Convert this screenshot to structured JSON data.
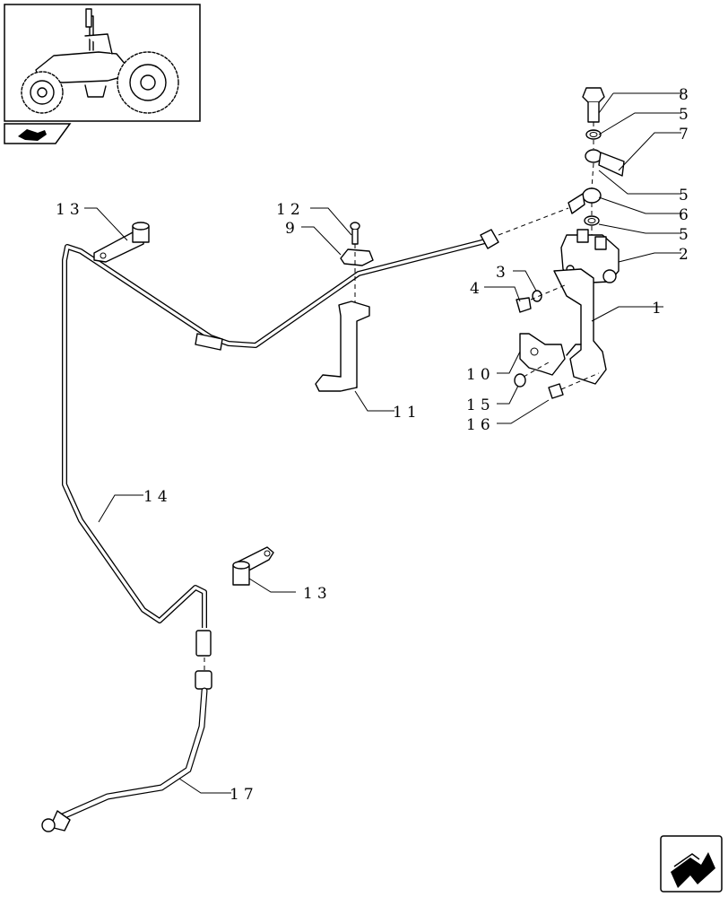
{
  "callouts": {
    "c1": "1",
    "c2": "2",
    "c3": "3",
    "c4": "4",
    "c5a": "5",
    "c5b": "5",
    "c5c": "5",
    "c6": "6",
    "c7": "7",
    "c8": "8",
    "c9": "9",
    "c10": "10",
    "c11": "11",
    "c12": "12",
    "c13a": "13",
    "c13b": "13",
    "c14": "14",
    "c15": "15",
    "c16": "16",
    "c17": "17"
  },
  "icons": {
    "thumbnail": "tractor-thumbnail-icon",
    "section": "section-tab-icon",
    "next_page": "next-page-arrow-icon"
  }
}
